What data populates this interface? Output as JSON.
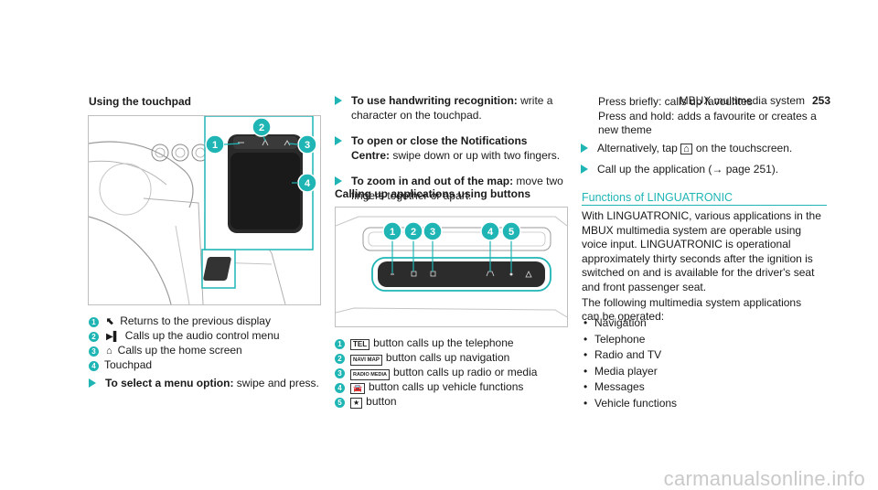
{
  "header": {
    "title": "MBUX multimedia system",
    "page": "253"
  },
  "left": {
    "heading": "Using the touchpad",
    "figure_callouts": [
      "1",
      "2",
      "3",
      "4"
    ],
    "legend": [
      {
        "n": "1",
        "icon": "back-arrow-icon",
        "text": "Returns to the previous display"
      },
      {
        "n": "2",
        "icon": "skip-forward-icon",
        "text": "Calls up the audio control menu"
      },
      {
        "n": "3",
        "icon": "home-icon",
        "text": "Calls up the home screen"
      },
      {
        "n": "4",
        "icon": "",
        "text": "Touchpad"
      }
    ],
    "step": {
      "bold": "To select a menu option:",
      "text": " swipe and press."
    }
  },
  "middle": {
    "steps": [
      {
        "bold": "To use handwriting recognition:",
        "text": " write a",
        "line2": "character on the touchpad."
      },
      {
        "bold": "To open or close the Notifications",
        "text": "",
        "line2_bold": "Centre:",
        "line2": " swipe down or up with two fingers."
      },
      {
        "bold": "To zoom in and out of the map:",
        "text": " move two",
        "line2": "fingers together or apart."
      }
    ],
    "subheading": "Calling up applications using buttons",
    "figure_callouts": [
      "1",
      "2",
      "3",
      "4",
      "5"
    ],
    "legend": [
      {
        "n": "1",
        "icon_text": "TEL",
        "text": "button calls up the telephone"
      },
      {
        "n": "2",
        "icon_text": "NAVI MAP",
        "text": "button calls up navigation"
      },
      {
        "n": "3",
        "icon_text": "RADIO MEDIA",
        "text": "button calls up radio or media"
      },
      {
        "n": "4",
        "icon_text": "car-icon",
        "text": "button calls up vehicle functions"
      },
      {
        "n": "5",
        "icon_text": "★",
        "text": "button"
      }
    ]
  },
  "right": {
    "lines_top": [
      "Press briefly: calls up favourites",
      "Press and hold: adds a favourite or creates a",
      "new theme"
    ],
    "step1": {
      "pre": "Alternatively, tap",
      "icon": "home-icon",
      "post": "on the touchscreen."
    },
    "step2": {
      "text": "Call up the application (→ page 251)."
    },
    "section_title": "Functions of LINGUATRONIC",
    "para1": [
      "With LINGUATRONIC, various applications in the",
      "MBUX multimedia system are operable using",
      "voice input. LINGUATRONIC is operational",
      "approximately thirty seconds after the ignition is",
      "switched on and is available for the driver's seat",
      "and front passenger seat."
    ],
    "para2": [
      "The following multimedia system applications",
      "can be operated:"
    ],
    "bullets": [
      "Navigation",
      "Telephone",
      "Radio and TV",
      "Media player",
      "Messages",
      "Vehicle functions"
    ]
  },
  "watermark": "carmanualsonline.info",
  "colors": {
    "accent": "#1fb5b5",
    "text": "#1a1a1a"
  }
}
